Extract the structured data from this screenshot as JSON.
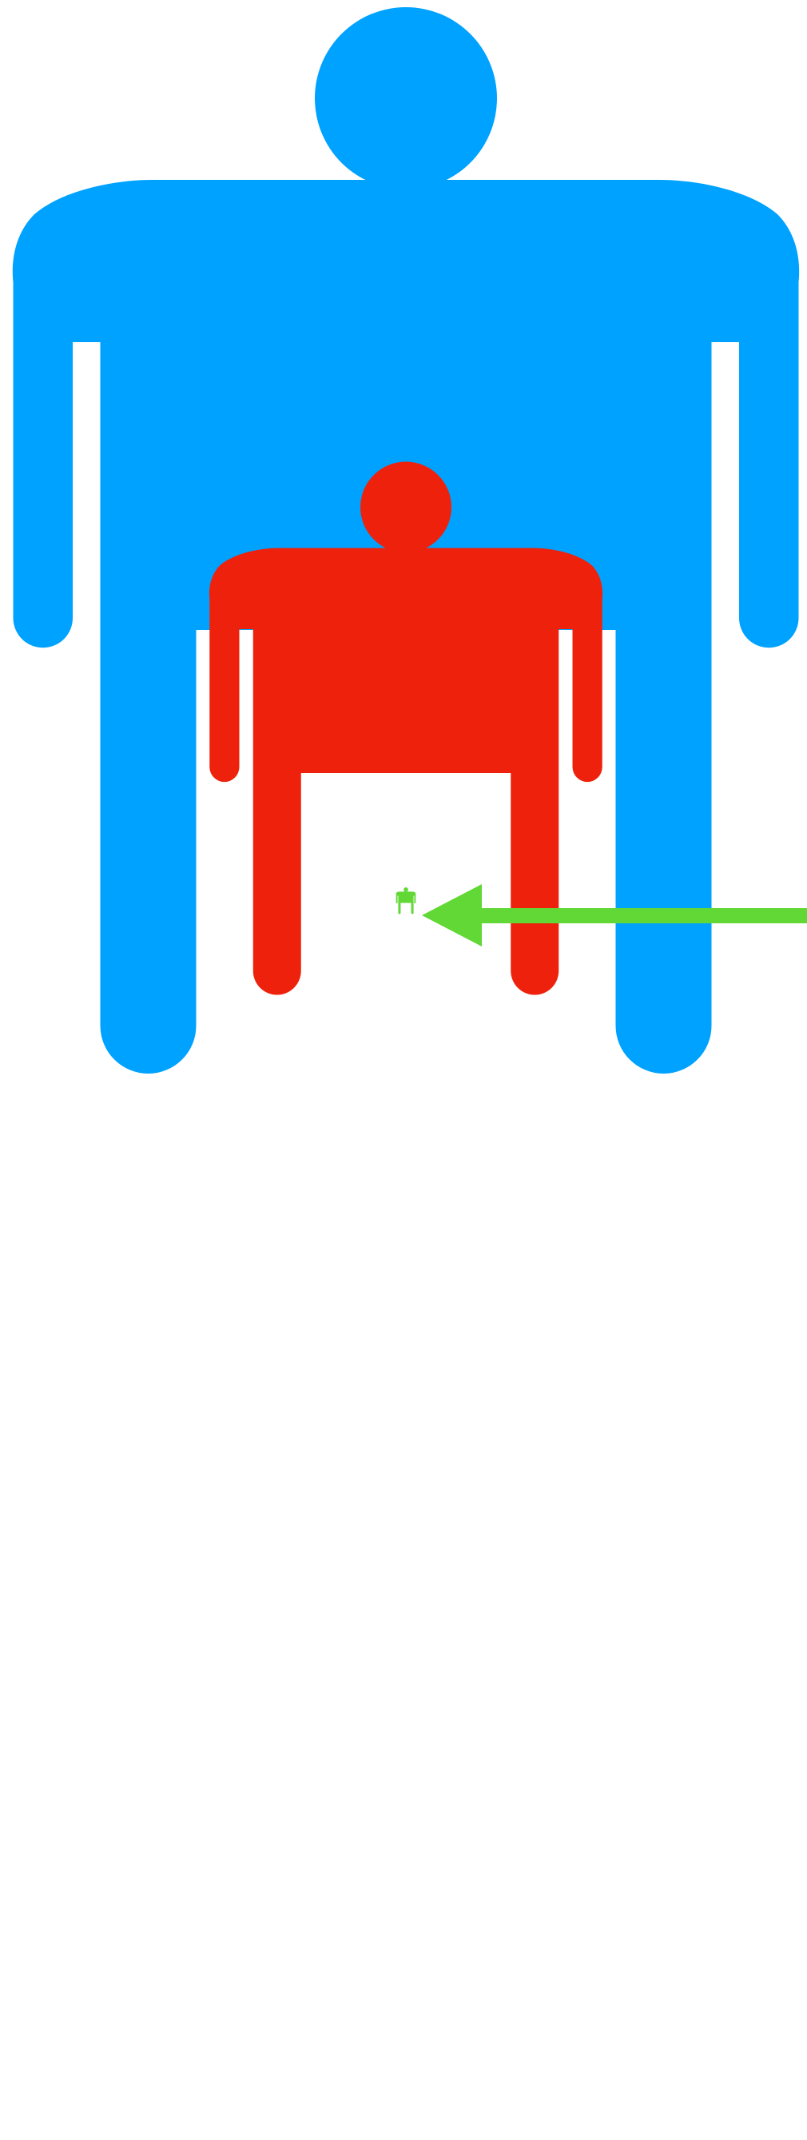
{
  "scene": {
    "figures": [
      {
        "role": "outer",
        "name": "large-blue-person-icon",
        "color": "#00a2ff"
      },
      {
        "role": "middle",
        "name": "red-person-icon",
        "color": "#ee220c"
      },
      {
        "role": "inner",
        "name": "small-green-person-icon",
        "color": "#61d836"
      }
    ],
    "focus_ring": {
      "name": "white-focus-ring",
      "color": "#ffffff"
    },
    "pointer": {
      "name": "green-pointer-arrow-icon",
      "color": "#61d836",
      "direction": "left"
    },
    "background": "#ffffff"
  }
}
